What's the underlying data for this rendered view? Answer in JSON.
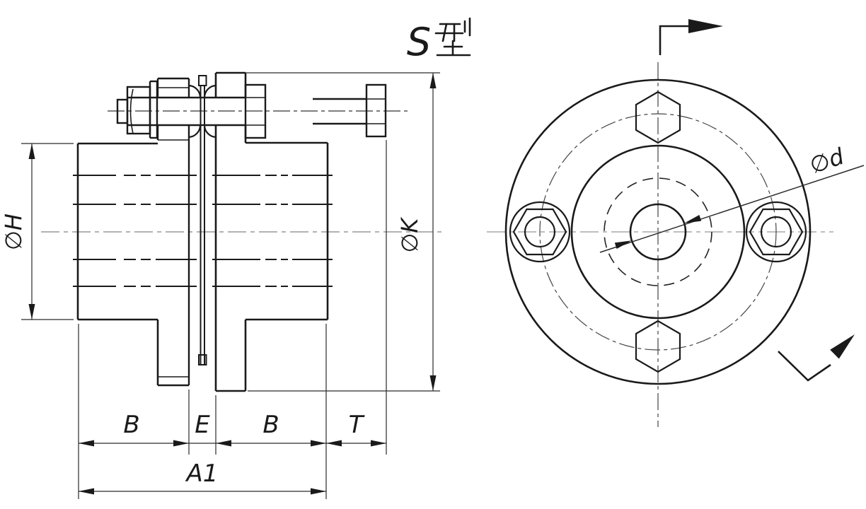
{
  "title": {
    "type_label": "S型",
    "type_label_latin": "S"
  },
  "colors": {
    "line": "#1a1a1a",
    "thin": "#2a2a2a",
    "center_gray": "#a8a8a8",
    "background": "#ffffff"
  },
  "side_view": {
    "dim_labels": {
      "hub_od": "∅H",
      "flange_od": "∅K",
      "hub_len_left": "B",
      "gap": "E",
      "hub_len_right": "B",
      "end_clearance": "T",
      "overall": "A1"
    }
  },
  "front_view": {
    "dim_labels": {
      "bore": "∅d"
    }
  }
}
